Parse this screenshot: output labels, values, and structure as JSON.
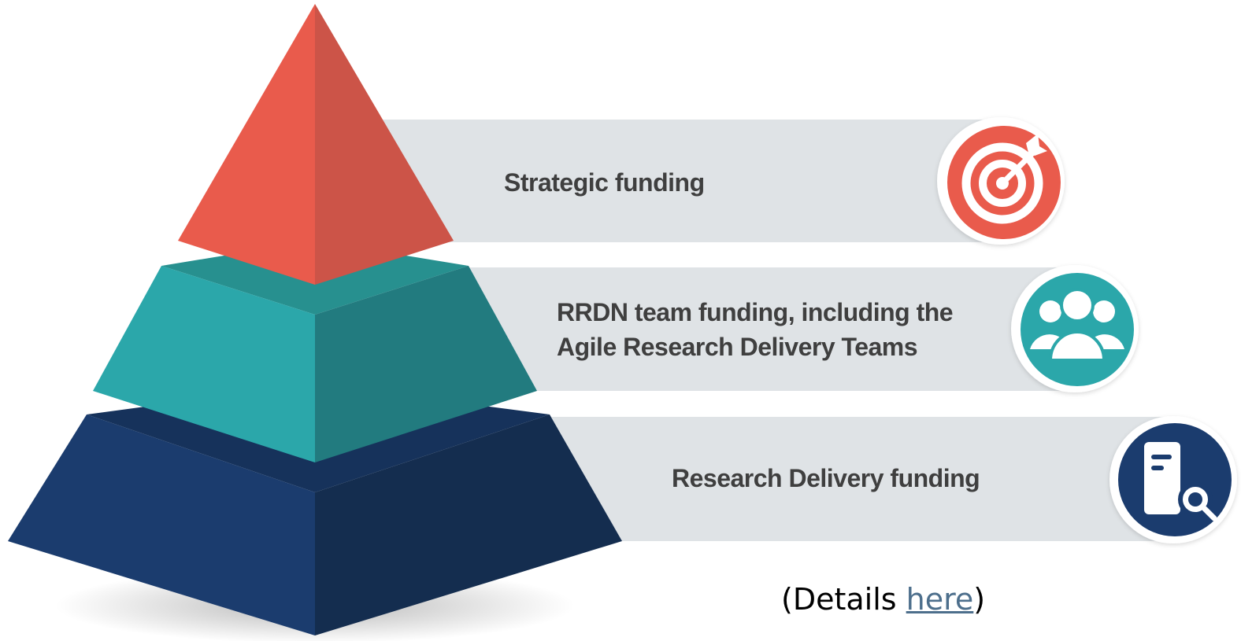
{
  "tiers": [
    {
      "label_lines": [
        "Strategic funding"
      ],
      "icon": "target-icon",
      "color": "#e95b4c"
    },
    {
      "label_lines": [
        "RRDN team funding, including the",
        "Agile Research Delivery Teams"
      ],
      "icon": "team-icon",
      "color": "#2ba7aa"
    },
    {
      "label_lines": [
        "Research Delivery funding"
      ],
      "icon": "document-search-icon",
      "color": "#1b3c6e"
    }
  ],
  "footnote": {
    "prefix": "(Details ",
    "link_text": "here",
    "suffix": ")"
  },
  "colors": {
    "band": "#dfe3e6",
    "red_light": "#e95b4c",
    "red_dark": "#cc5448",
    "teal_light": "#2ba7aa",
    "teal_dark": "#227b7f",
    "teal_top": "#27908f",
    "navy_light": "#1b3c6e",
    "navy_dark": "#142d4f",
    "navy_top": "#16325b",
    "text": "#3f3f3f"
  }
}
